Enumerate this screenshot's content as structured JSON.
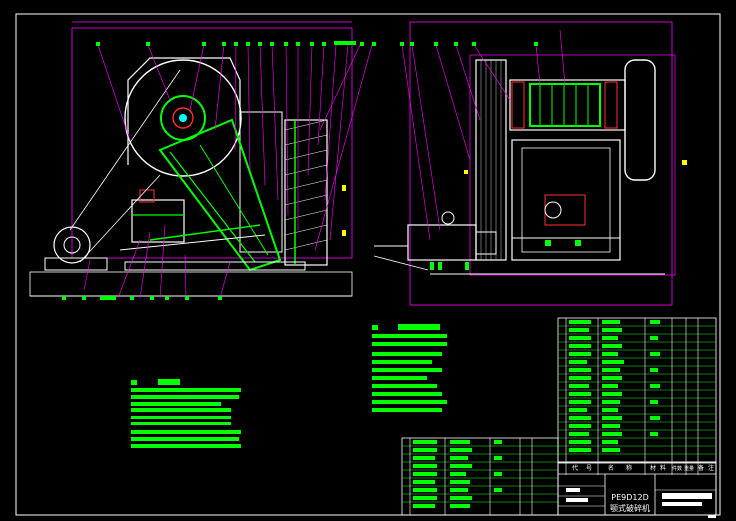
{
  "title_block": {
    "model": "PE9D12D",
    "name": "颚式破碎机",
    "header_cols": [
      "代",
      "号",
      "名",
      "称",
      "材",
      "料",
      "件数",
      "重量",
      "备",
      "注"
    ]
  },
  "colors": {
    "background": "#000000",
    "frame": "#ffffff",
    "outline": "#ff00ff",
    "highlight": "#00ff00",
    "hatch": "#ffffff",
    "note": "#ffff00",
    "red": "#ff3030",
    "cyan": "#00ffff"
  }
}
